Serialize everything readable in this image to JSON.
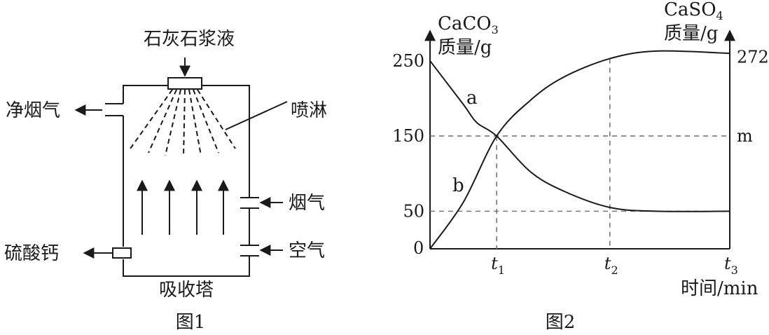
{
  "figure1": {
    "caption": "图1",
    "tower_label": "吸收塔",
    "slurry_label": "石灰石浆液",
    "clean_gas_label": "净烟气",
    "spray_label": "喷淋",
    "flue_gas_label": "烟气",
    "air_label": "空气",
    "gypsum_label": "硫酸钙"
  },
  "figure2": {
    "caption": "图2",
    "left_axis_title_line1": "CaCO",
    "left_axis_title_sub": "3",
    "left_axis_title_line2": "质量/g",
    "right_axis_title_line1": "CaSO",
    "right_axis_title_sub": "4",
    "right_axis_title_line2": "质量/g",
    "x_axis_title": "时间/min",
    "curve_a_label": "a",
    "curve_b_label": "b",
    "origin_label": "0"
  },
  "chart_data": {
    "type": "line",
    "title": "",
    "x_ticks": [
      {
        "name": "t1",
        "base": "t",
        "sub": "1",
        "x": 1
      },
      {
        "name": "t2",
        "base": "t",
        "sub": "2",
        "x": 2.7
      },
      {
        "name": "t3",
        "base": "t",
        "sub": "3",
        "x": 4.5
      }
    ],
    "left_y_ticks": [
      "250",
      "150",
      "50"
    ],
    "right_y_ticks": [
      "272",
      "m"
    ],
    "left_ylim": [
      0,
      275
    ],
    "series": [
      {
        "name": "a",
        "axis": "left",
        "points": [
          [
            0,
            250
          ],
          [
            0.5,
            192
          ],
          [
            0.7,
            168
          ],
          [
            1,
            150
          ],
          [
            1.5,
            103
          ],
          [
            2,
            77
          ],
          [
            2.7,
            55
          ],
          [
            3.4,
            50
          ],
          [
            4.5,
            50
          ]
        ]
      },
      {
        "name": "b",
        "axis": "left",
        "points": [
          [
            0,
            0
          ],
          [
            0.5,
            62
          ],
          [
            1,
            150
          ],
          [
            1.5,
            197
          ],
          [
            2,
            228
          ],
          [
            2.7,
            253
          ],
          [
            3.4,
            263
          ],
          [
            4.5,
            260
          ]
        ]
      }
    ],
    "guides": [
      "y=150 to right axis",
      "y=50 to x=t3",
      "x=t1 vertical",
      "x=t2 vertical"
    ],
    "grid": false
  }
}
